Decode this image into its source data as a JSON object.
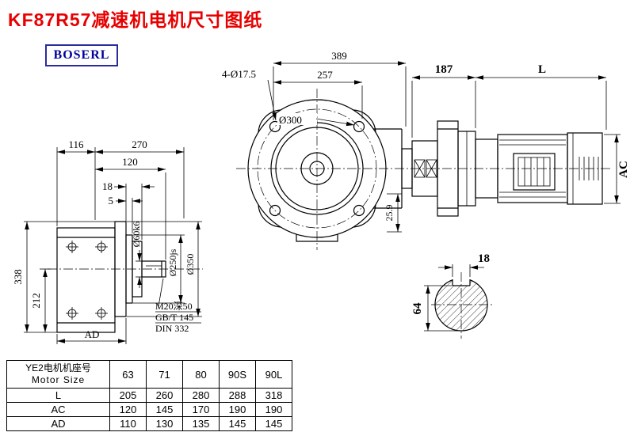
{
  "page": {
    "title": "KF87R57减速机电机尺寸图纸",
    "logo": "BOSERL"
  },
  "front_view": {
    "dim_total": "389",
    "dim_mid": "257",
    "bolt_note": "4-Ø17.5",
    "bolt_circle": "Ø300",
    "dim_foot": "25.9"
  },
  "side_view": {
    "dim_116": "116",
    "dim_270": "270",
    "dim_120": "120",
    "dim_18": "18",
    "dim_5": "5",
    "dim_338": "338",
    "dim_212": "212",
    "dim_ad": "AD",
    "shaft_dia": "Ø60k6",
    "spigot_dia": "Ø250js",
    "flange_dia": "Ø350",
    "note_tap": "M20深50",
    "note_gb": "GB/T 145",
    "note_din": "DIN 332"
  },
  "motor_view": {
    "dim_adapter": "187",
    "dim_length": "L",
    "dim_ac": "AC"
  },
  "shaft_section": {
    "dim_key_width": "18",
    "dim_height": "64"
  },
  "table": {
    "header": {
      "row_label_cn": "YE2电机机座号",
      "row_label_en": "Motor Size",
      "sizes": [
        "63",
        "71",
        "80",
        "90S",
        "90L"
      ]
    },
    "rows": [
      {
        "label": "L",
        "values": [
          "205",
          "260",
          "280",
          "288",
          "318"
        ]
      },
      {
        "label": "AC",
        "values": [
          "120",
          "145",
          "170",
          "190",
          "190"
        ]
      },
      {
        "label": "AD",
        "values": [
          "110",
          "130",
          "135",
          "145",
          "145"
        ]
      }
    ]
  }
}
